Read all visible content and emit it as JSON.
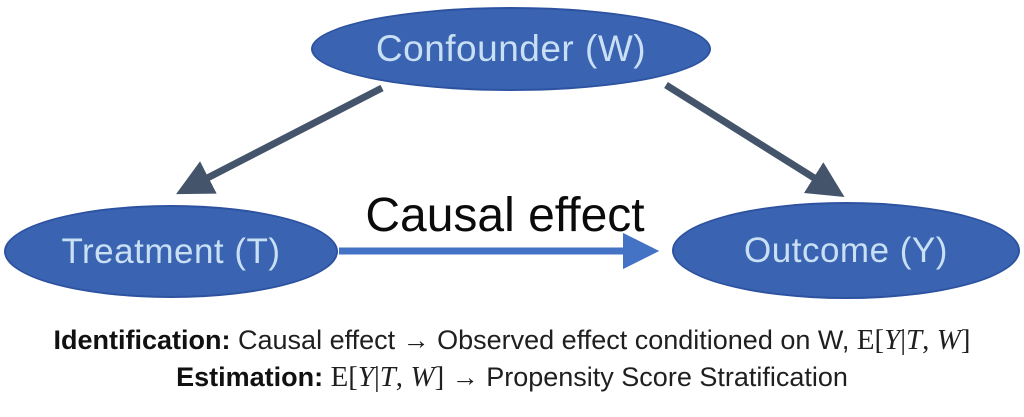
{
  "diagram": {
    "title": "causal graph: confounder, treatment, outcome",
    "nodes": {
      "confounder": {
        "label": "Confounder (W)"
      },
      "treatment": {
        "label": "Treatment (T)"
      },
      "outcome": {
        "label": "Outcome (Y)"
      }
    },
    "edges": {
      "confounder_to_treatment": "confounder-to-treatment",
      "confounder_to_outcome": "confounder-to-outcome",
      "treatment_to_outcome_label": "Causal effect"
    }
  },
  "caption": {
    "line1": {
      "label": "Identification:",
      "body": "Causal effect → Observed effect conditioned on W,",
      "math": {
        "open": "E[",
        "y": "Y",
        "bar": "|",
        "t": "T",
        "sep": ",",
        "w": "W",
        "close": "]"
      }
    },
    "line2": {
      "label": "Estimation:",
      "math": {
        "open": "E[",
        "y": "Y",
        "bar": "|",
        "t": "T",
        "sep": ",",
        "w": "W",
        "close": "]"
      },
      "body": "→ Propensity Score Stratification"
    }
  },
  "colors": {
    "node_fill": "#3a64b2",
    "node_border": "#2d52a0",
    "node_text": "#c9dff4",
    "dark_arrow": "#44546a",
    "blue_arrow": "#4472c4",
    "background": "#ffffff",
    "label_text": "#0b0b0b"
  }
}
